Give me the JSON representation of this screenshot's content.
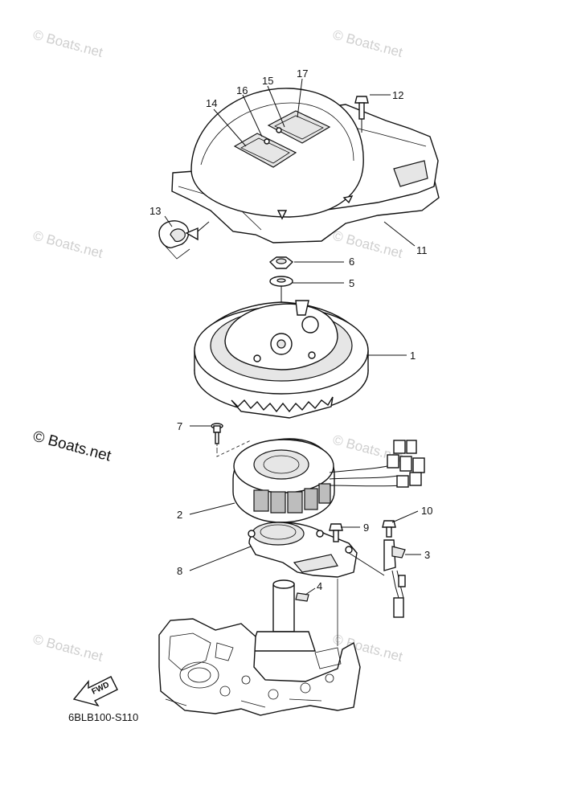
{
  "watermarks": {
    "faint": "© Boats.net",
    "bold": "© Boats.net"
  },
  "diagram_code": "6BLB100-S110",
  "fwd_label": "FWD",
  "callouts": {
    "c1": "1",
    "c2": "2",
    "c3": "3",
    "c4": "4",
    "c5": "5",
    "c6": "6",
    "c7": "7",
    "c8": "8",
    "c9": "9",
    "c10": "10",
    "c11": "11",
    "c12": "12",
    "c13": "13",
    "c14": "14",
    "c15": "15",
    "c16": "16",
    "c17": "17"
  }
}
